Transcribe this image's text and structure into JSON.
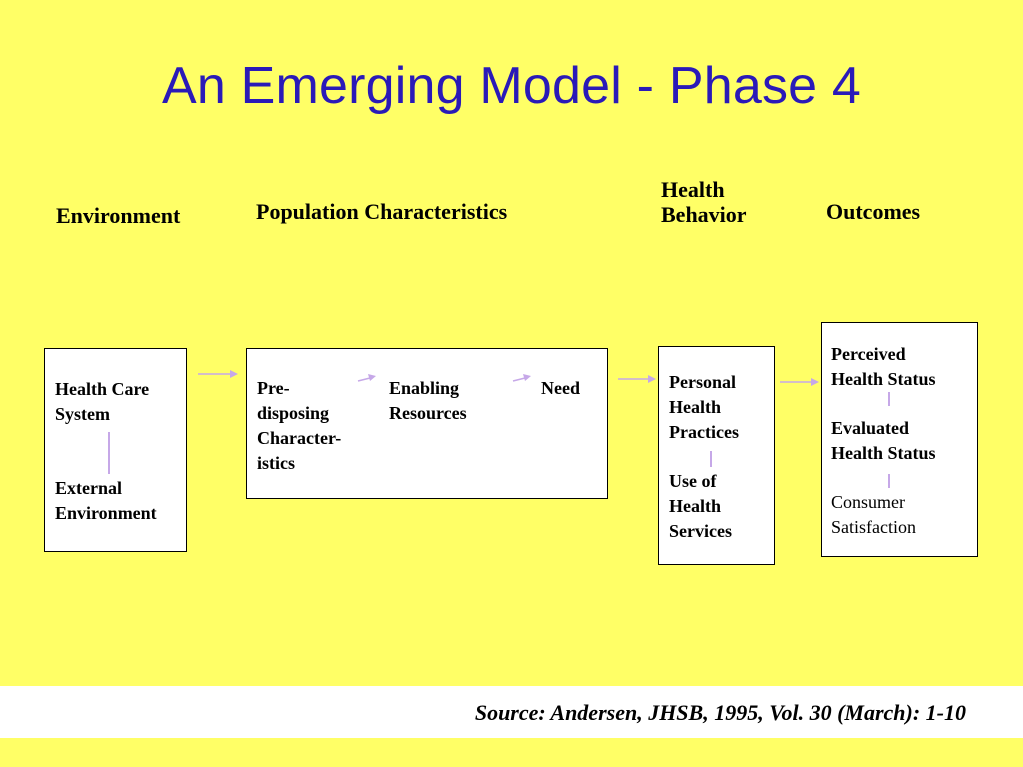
{
  "slide": {
    "title": "An Emerging Model - Phase 4",
    "source": "Source: Andersen, JHSB, 1995, Vol. 30 (March): 1-10"
  },
  "headings": {
    "environment": "Environment",
    "population": "Population Characteristics",
    "behavior_line1": "Health",
    "behavior_line2": "Behavior",
    "outcomes": "Outcomes"
  },
  "environment_box": {
    "item1_line1": "Health Care",
    "item1_line2": "System",
    "item2_line1": "External",
    "item2_line2": "Environment"
  },
  "population_box": {
    "predisposing_line1": "Pre-",
    "predisposing_line2": "disposing",
    "predisposing_line3": "Character-",
    "predisposing_line4": "istics",
    "enabling_line1": "Enabling",
    "enabling_line2": "Resources",
    "need": "Need"
  },
  "behavior_box": {
    "item1_line1": "Personal",
    "item1_line2": "Health",
    "item1_line3": "Practices",
    "item2_line1": "Use of",
    "item2_line2": "Health",
    "item2_line3": "Services"
  },
  "outcomes_box": {
    "item1_line1": "Perceived",
    "item1_line2": "Health Status",
    "item2_line1": "Evaluated",
    "item2_line2": "Health Status",
    "item3_line1": "Consumer",
    "item3_line2": "Satisfaction"
  }
}
